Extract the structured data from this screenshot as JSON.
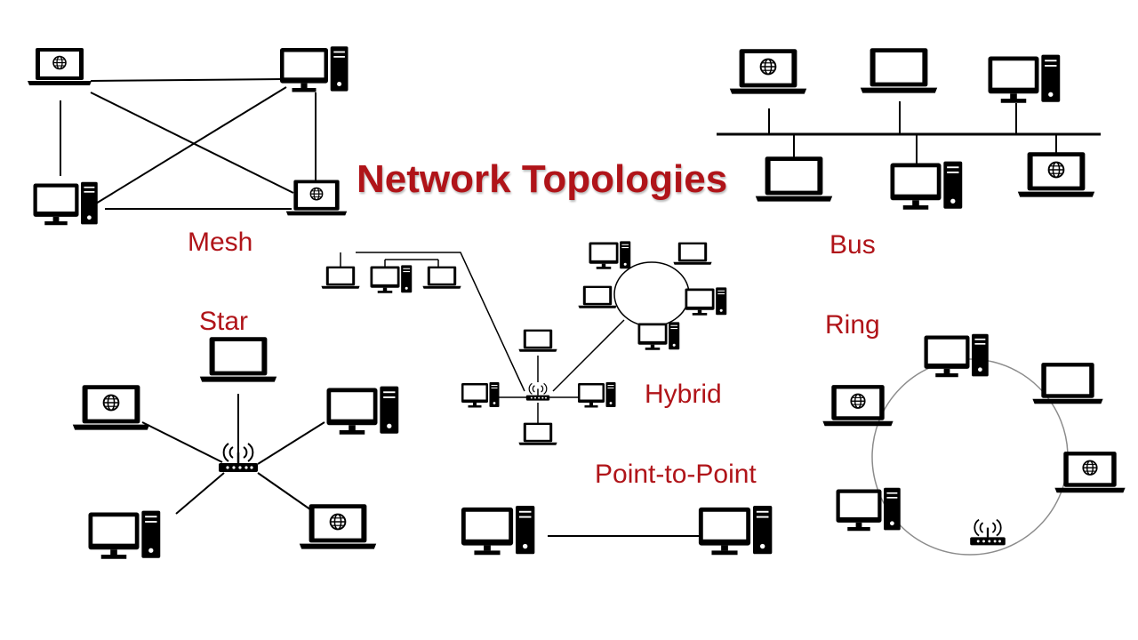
{
  "title": "Network Topologies",
  "topologies": {
    "mesh": "Mesh",
    "bus": "Bus",
    "star": "Star",
    "ring": "Ring",
    "hybrid": "Hybrid",
    "point_to_point": "Point-to-Point"
  },
  "colors": {
    "label": "#b01419",
    "device": "#000000",
    "screen": "#ffffff",
    "link": "#000000",
    "ring_link": "#8c8c8c",
    "background": "#ffffff"
  },
  "icons": {
    "laptop": "laptop-icon",
    "web_laptop": "laptop-globe-icon",
    "desktop": "desktop-tower-icon",
    "monitor": "monitor-icon",
    "router": "wireless-router-icon"
  }
}
